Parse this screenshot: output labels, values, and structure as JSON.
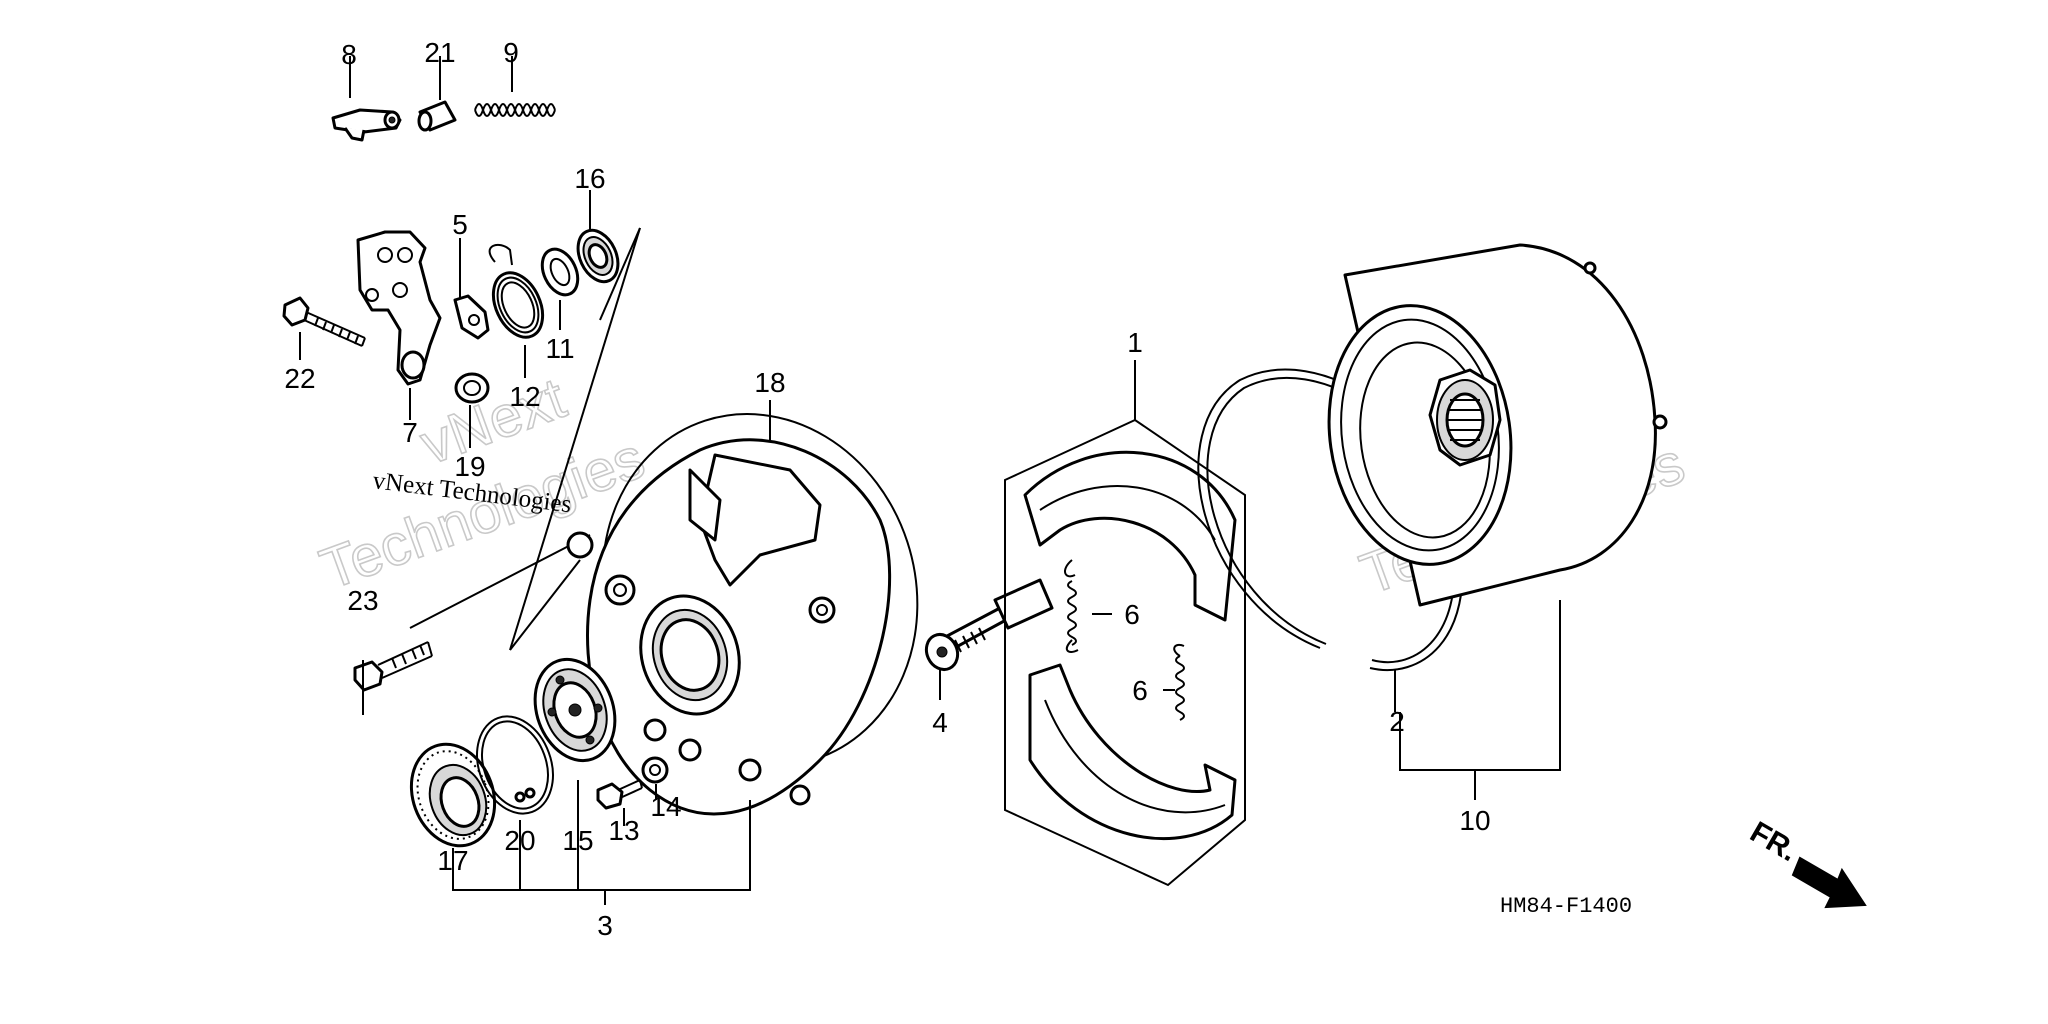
{
  "diagram": {
    "code": "HM84-F1400",
    "direction_label": "FR.",
    "labels": {
      "p1": "1",
      "p2": "2",
      "p3": "3",
      "p4": "4",
      "p5": "5",
      "p6a": "6",
      "p6b": "6",
      "p7": "7",
      "p8": "8",
      "p9": "9",
      "p10": "10",
      "p11": "11",
      "p12": "12",
      "p13": "13",
      "p14": "14",
      "p15": "15",
      "p16": "16",
      "p17": "17",
      "p18": "18",
      "p19": "19",
      "p20": "20",
      "p21": "21",
      "p22": "22",
      "p23": "23"
    }
  },
  "watermark": {
    "small_text": "vNext Technologies",
    "word1": "vNext",
    "word2": "Technologies"
  }
}
